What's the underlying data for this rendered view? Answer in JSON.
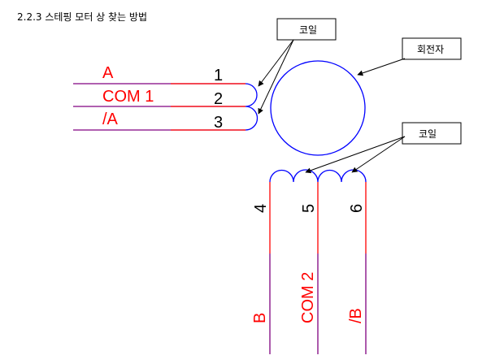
{
  "heading": "2.2.3  스테핑 모터 상 찾는 방법",
  "colors": {
    "wire_red": "#ff0000",
    "wire_purple": "#800080",
    "coil_blue": "#0000ff",
    "text_red": "#ff0000",
    "text_black": "#000000"
  },
  "callouts": {
    "coil_top": "코일",
    "rotor": "회전자",
    "coil_right": "코일"
  },
  "phase_a": {
    "signals": [
      "A",
      "COM 1",
      "/A"
    ],
    "pins": [
      "1",
      "2",
      "3"
    ]
  },
  "phase_b": {
    "pins": [
      "4",
      "5",
      "6"
    ],
    "signals": [
      "B",
      "COM 2",
      "/B"
    ]
  }
}
